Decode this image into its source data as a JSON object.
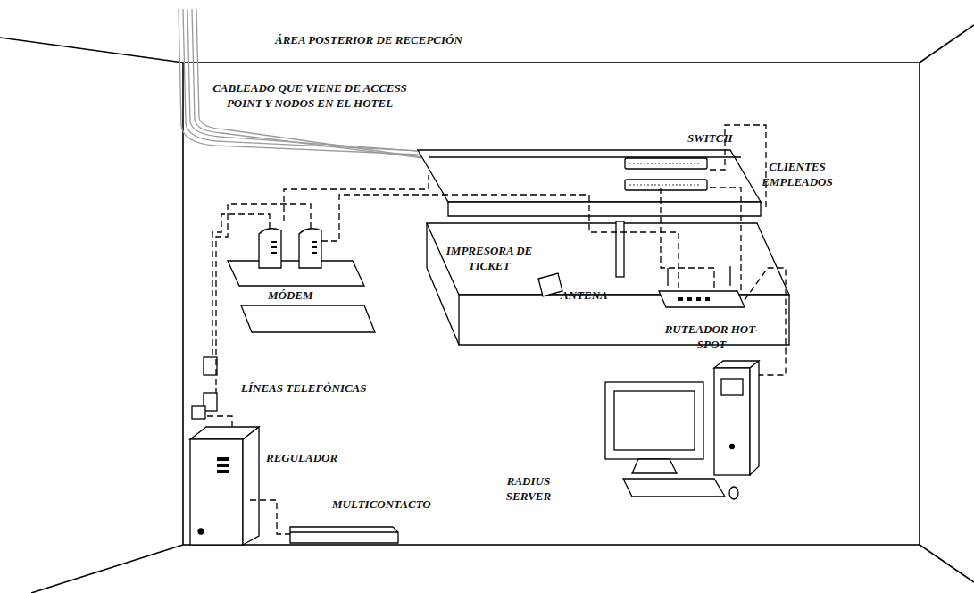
{
  "diagram": {
    "title": "ÁREA POSTERIOR DE RECEPCIÓN",
    "labels": [
      "CABLEADO QUE VIENE DE ACCESS POINT Y NODOS EN EL HOTEL",
      "SWITCH",
      "CLIENTES EMPLEADOS",
      "IMPRESORA DE TICKET",
      "ANTENA",
      "MÓDEM",
      "RUTEADOR HOT-SPOT",
      "LÍNEAS TELEFÓNICAS",
      "REGULADOR",
      "RADIUS SERVER",
      "MULTICONTACTO"
    ]
  }
}
